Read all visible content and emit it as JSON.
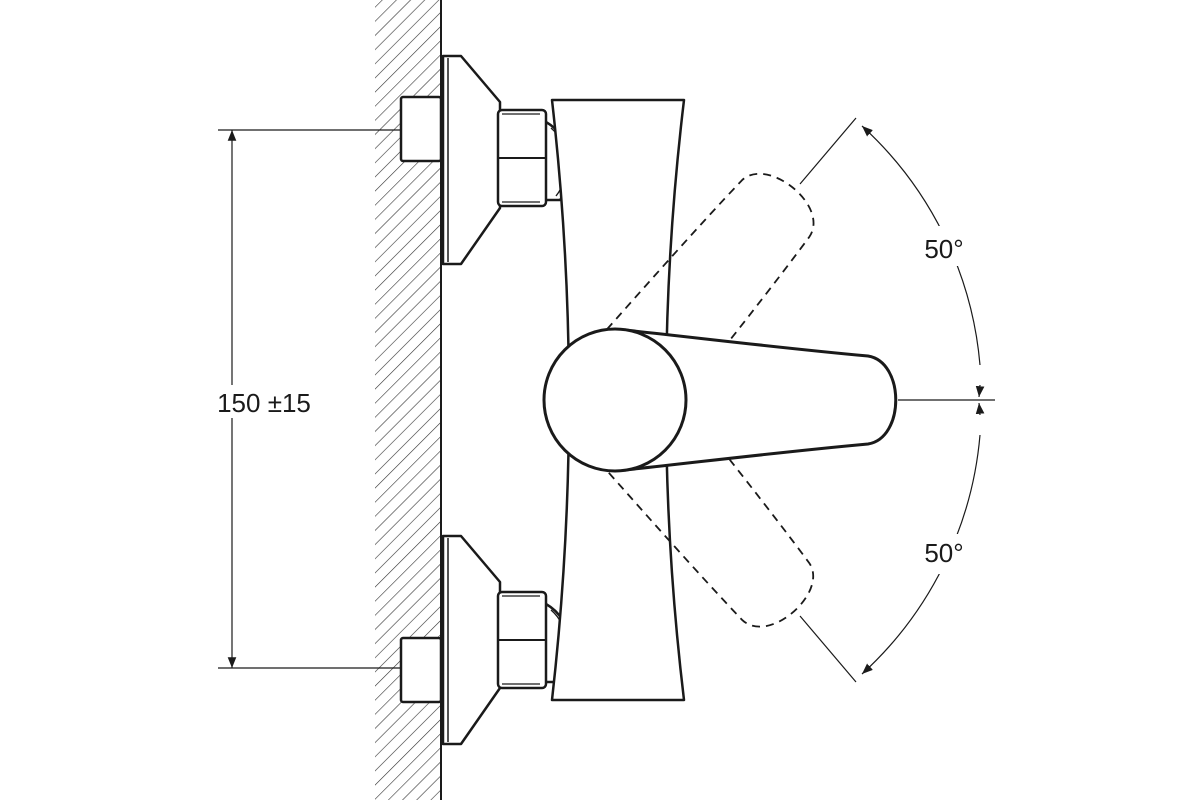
{
  "drawing": {
    "spacing_dimension": "150 ±15",
    "angle_upper": "50°",
    "angle_lower": "50°"
  },
  "colors": {
    "line": "#1a1a1a",
    "background": "#ffffff"
  }
}
